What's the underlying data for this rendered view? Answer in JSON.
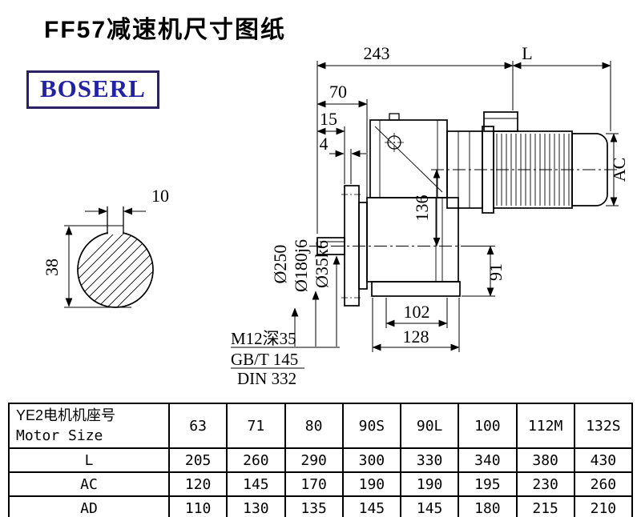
{
  "page": {
    "title": "FF57减速机尺寸图纸",
    "logo_text": "BOSERL"
  },
  "drawing": {
    "dims": {
      "top_width": "243",
      "motor_length": "L",
      "d70": "70",
      "d15": "15",
      "d4": "4",
      "key_width": "10",
      "key_height": "38",
      "flange_dia": "Ø250",
      "spigot_dia": "Ø180j6",
      "shaft_dia": "Ø35k6",
      "d136": "136",
      "d91": "91",
      "d102": "102",
      "d128": "128",
      "motor_dia": "AC"
    },
    "notes": {
      "tap": "M12深35",
      "std1": "GB/T 145",
      "std2": "DIN 332"
    }
  },
  "table": {
    "row_header_line1": "YE2电机机座号",
    "row_header_line2": "Motor Size",
    "columns": [
      "63",
      "71",
      "80",
      "90S",
      "90L",
      "100",
      "112M",
      "132S"
    ],
    "rows": [
      {
        "label": "L",
        "values": [
          "205",
          "260",
          "290",
          "300",
          "330",
          "340",
          "380",
          "430"
        ]
      },
      {
        "label": "AC",
        "values": [
          "120",
          "145",
          "170",
          "190",
          "190",
          "195",
          "230",
          "260"
        ]
      },
      {
        "label": "AD",
        "values": [
          "110",
          "130",
          "135",
          "145",
          "145",
          "180",
          "215",
          "210"
        ]
      }
    ]
  }
}
